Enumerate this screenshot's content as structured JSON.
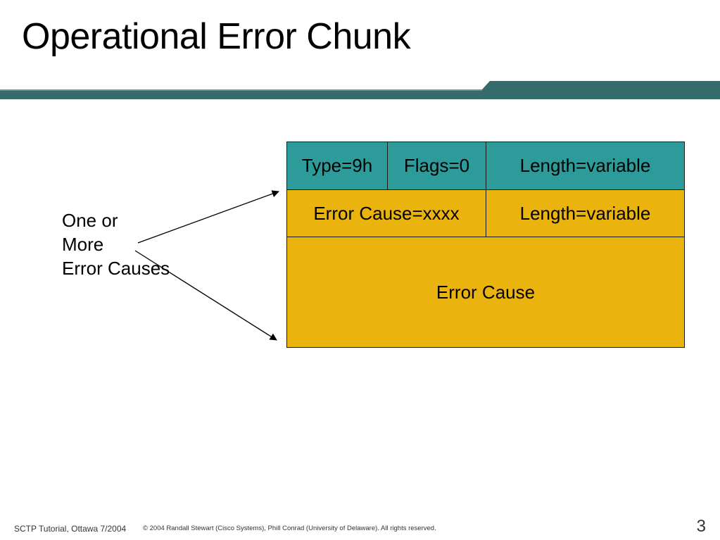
{
  "slide": {
    "title": "Operational Error Chunk",
    "colors": {
      "band": "#356b6b",
      "teal": "#2e9b9b",
      "gold": "#ebb30e"
    }
  },
  "chunk": {
    "header": {
      "type": "Type=9h",
      "flags": "Flags=0",
      "length": "Length=variable"
    },
    "cause_header": {
      "code": "Error Cause=xxxx",
      "length": "Length=variable"
    },
    "cause_body": "Error Cause"
  },
  "annotation": {
    "line1": "One or",
    "line2": "More",
    "line3": "Error Causes"
  },
  "footer": {
    "left": "SCTP Tutorial, Ottawa 7/2004",
    "copyright": "© 2004 Randall Stewart (Cisco Systems), Phill Conrad (University of Delaware). All rights reserved.",
    "page": "3"
  }
}
